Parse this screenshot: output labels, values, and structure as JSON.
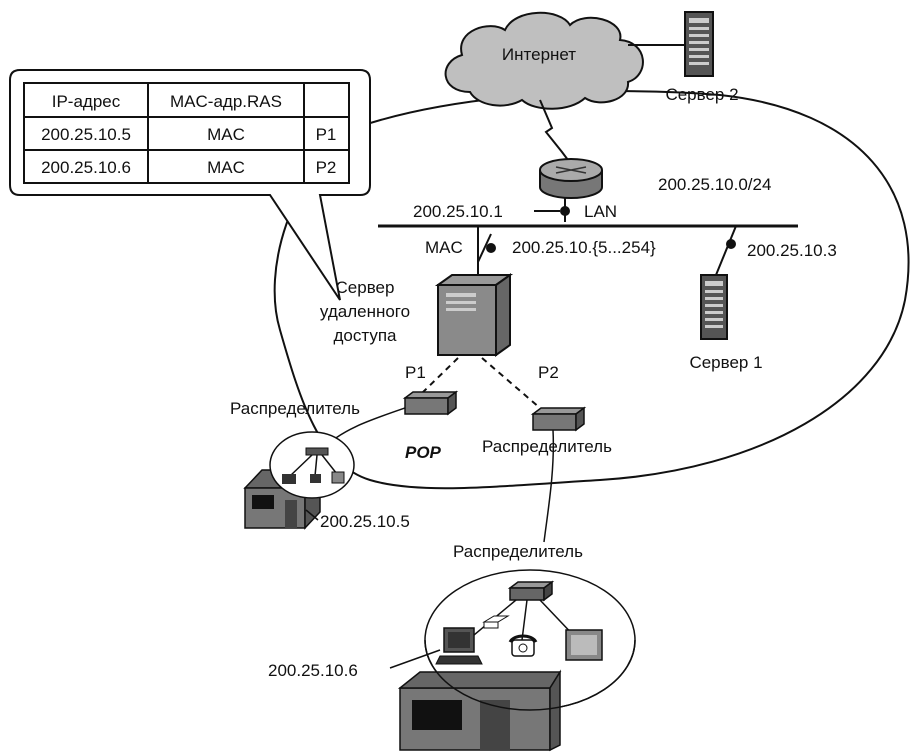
{
  "cloud": {
    "label": "Интернет"
  },
  "servers": {
    "server2": "Сервер 2",
    "server1": "Сервер 1",
    "ras": [
      "Сервер",
      "удаленного",
      "доступа"
    ]
  },
  "network": {
    "subnet": "200.25.10.0/24",
    "router_ip": "200.25.10.1",
    "lan": "LAN",
    "mac": "MAC",
    "pool": "200.25.10.{5...254}",
    "server1_ip": "200.25.10.3"
  },
  "ports": {
    "p1": "P1",
    "p2": "P2"
  },
  "pop": "POP",
  "hubs": {
    "left": "Распределитель",
    "right": "Распределитель",
    "bottom": "Распределитель"
  },
  "hosts": {
    "left_ip": "200.25.10.5",
    "bottom_ip": "200.25.10.6"
  },
  "table": {
    "headers": [
      "IP-адрес",
      "MAC-адр.RAS",
      ""
    ],
    "rows": [
      [
        "200.25.10.5",
        "MAC",
        "P1"
      ],
      [
        "200.25.10.6",
        "MAC",
        "P2"
      ]
    ]
  }
}
